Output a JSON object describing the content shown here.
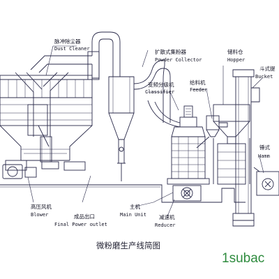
{
  "title": "微粉磨生产线简图",
  "watermark": "1subac",
  "labels": {
    "dust_cleaner_cn": "脉冲除尘器",
    "dust_cleaner_en": "Dust Cleaner",
    "powder_collector_cn": "扩散式集粉器",
    "powder_collector_en": "Powder Collector",
    "classifier_cn": "变频分级机",
    "classifier_en": "Classifier",
    "feeder_cn": "给料机",
    "feeder_en": "Feeder",
    "hopper_cn": "储料仓",
    "hopper_en": "Hopper",
    "bucket_cn": "斗式提",
    "bucket_en": "Bucket",
    "hammer_cn": "锤式",
    "hammer_en": "Hamm",
    "blower_cn": "高压风机",
    "blower_en": "Blower",
    "outlet_cn": "成品出口",
    "outlet_en": "Final Power outlet",
    "main_unit_cn": "主机",
    "main_unit_en": "Main Unit",
    "reducer_cn": "减速机",
    "reducer_en": "Reducer"
  }
}
